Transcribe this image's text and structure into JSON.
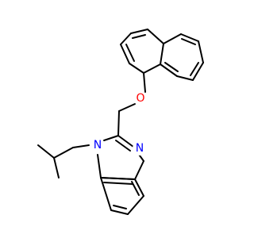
{
  "molecule": {
    "atoms": [
      {
        "symbol": "N",
        "color": "#0000ff"
      },
      {
        "symbol": "N",
        "color": "#0000ff"
      },
      {
        "symbol": "O",
        "color": "#ff0000"
      }
    ]
  }
}
